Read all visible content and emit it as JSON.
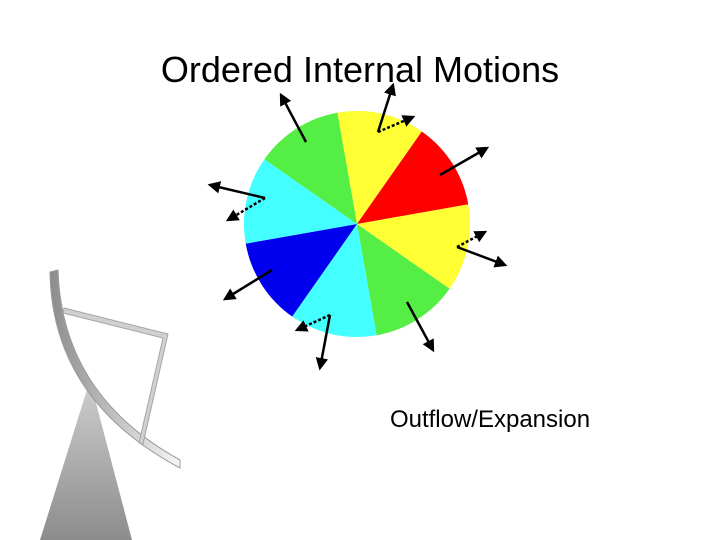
{
  "title": "Ordered Internal Motions",
  "caption": "Outflow/Expansion",
  "wheel": {
    "segments": [
      {
        "name": "yellow-top",
        "color": "#ffff33"
      },
      {
        "name": "red",
        "color": "#ff0000"
      },
      {
        "name": "yellow-right",
        "color": "#ffff33"
      },
      {
        "name": "green-bottom",
        "color": "#55ee44"
      },
      {
        "name": "cyan-bottom",
        "color": "#44ffff"
      },
      {
        "name": "blue",
        "color": "#0000ee"
      },
      {
        "name": "cyan-left",
        "color": "#44ffff"
      },
      {
        "name": "green-top",
        "color": "#55ee44"
      }
    ]
  },
  "colors": {
    "arrow": "#000000",
    "dish_dark": "#8c8c8c",
    "dish_light": "#f6f6f6"
  },
  "icons": {
    "dish": "satellite-dish-icon"
  }
}
